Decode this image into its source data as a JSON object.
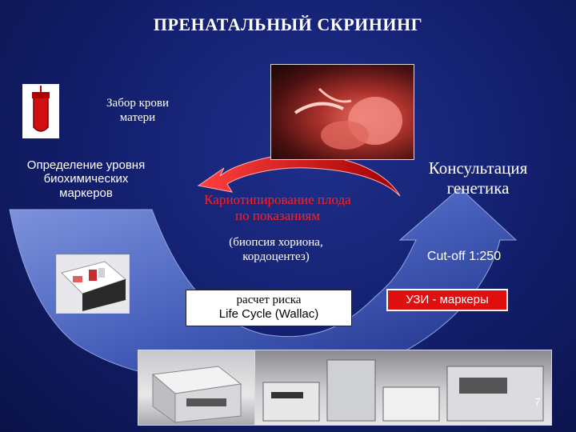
{
  "title": "ПРЕНАТАЛЬНЫЙ СКРИНИНГ",
  "blood": {
    "line1": "Забор крови",
    "line2": "матери"
  },
  "biochem": {
    "line1": "Определение уровня",
    "line2": "биохимических",
    "line3": "маркеров"
  },
  "karyo": {
    "line1": "Кариотипирование плода",
    "line2": "по показаниям"
  },
  "biopsy": {
    "line1": "(биопсия хориона,",
    "line2": "кордоцентез)"
  },
  "genetic": {
    "line1": "Консультация",
    "line2": "генетика"
  },
  "cutoff": "Cut-off 1:250",
  "risk": {
    "line1": "расчет риска",
    "line2": "Life Cycle (Wallac)"
  },
  "uzi": "УЗИ - маркеры",
  "page_number": "7",
  "colors": {
    "accent_red": "#e01010",
    "arrow_blue_light": "#6a84d8",
    "arrow_blue_dark": "#1a2a80"
  }
}
